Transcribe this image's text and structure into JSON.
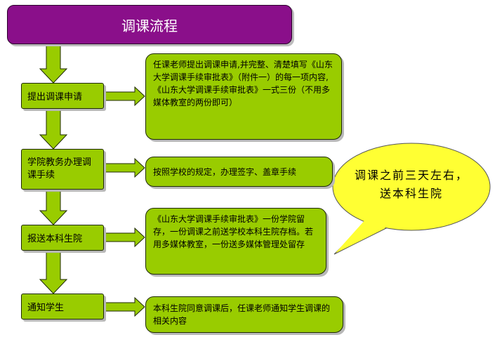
{
  "title": "调课流程",
  "steps": [
    {
      "label": "提出调课申请"
    },
    {
      "label": "学院教务办理调课手续"
    },
    {
      "label": "报送本科生院"
    },
    {
      "label": "通知学生"
    }
  ],
  "descriptions": [
    {
      "text": "任课老师提出调课申请,并完整、清楚填写《山东大学调课手续审批表》（附件一）的每一项内容,《山东大学调课手续审批表》一式三份（不用多媒体教室的两份即可）"
    },
    {
      "text": "按照学校的规定，办理签字、盖章手续"
    },
    {
      "text": "《山东大学调课手续审批表》一份学院留存，一份调课之前送学校本科生院存档。若用多媒体教室，一份送多媒体管理处留存"
    },
    {
      "text": "本科生院同意调课后，任课老师通知学生调课的相关内容"
    }
  ],
  "callout": {
    "text": "调课之前三天左右，送本科生院"
  },
  "colors": {
    "title_bg": "#8a0f8a",
    "box_fill": "#99cc00",
    "callout_fill": "#ffff33"
  }
}
